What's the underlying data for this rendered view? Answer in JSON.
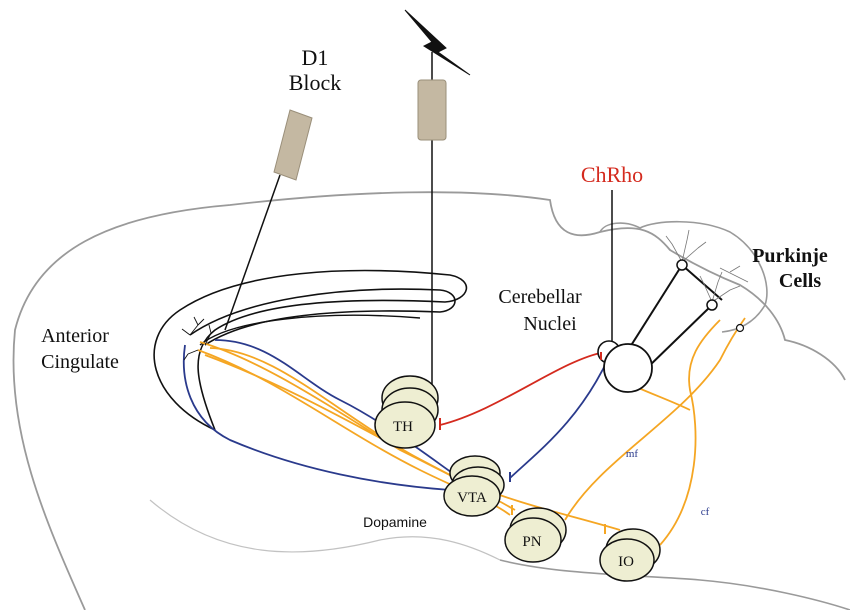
{
  "labels": {
    "d1_line1": "D1",
    "d1_line2": "Block",
    "chrho": "ChRho",
    "purkinje_line1": "Purkinje",
    "purkinje_line2": "Cells",
    "cerebellar_line1": "Cerebellar",
    "cerebellar_line2": "Nuclei",
    "anterior_line1": "Anterior",
    "anterior_line2": "Cingulate",
    "th": "TH",
    "vta": "VTA",
    "pn": "PN",
    "io": "IO",
    "dopamine": "Dopamine",
    "mf": "mf",
    "cf": "cf"
  },
  "colors": {
    "outline": "#9a9a9a",
    "cortex": "#111111",
    "blue_pathway": "#2a3a8c",
    "orange_pathway": "#f5a623",
    "red_pathway": "#d42a1e",
    "chrho_label": "#d42a1e",
    "nucleus_fill": "#eeeed2",
    "electrode_fill": "#c4b8a2"
  }
}
